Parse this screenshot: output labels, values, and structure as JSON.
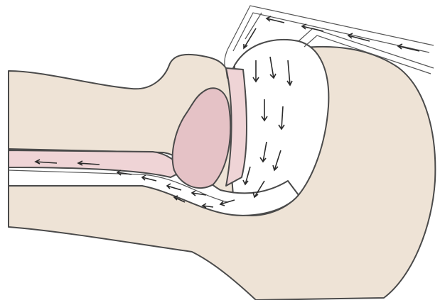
{
  "colors": {
    "skin": "#eee3d6",
    "tissue": "#efd4d6",
    "tissue_dark": "#e5c2c6",
    "outline": "#4a4a4a",
    "airway": "#ffffff",
    "arrow": "#2a2a2a"
  },
  "parts": [
    "head-profile",
    "mask",
    "breathing-tube",
    "tongue",
    "soft-palate",
    "airway",
    "airflow-arrows"
  ]
}
